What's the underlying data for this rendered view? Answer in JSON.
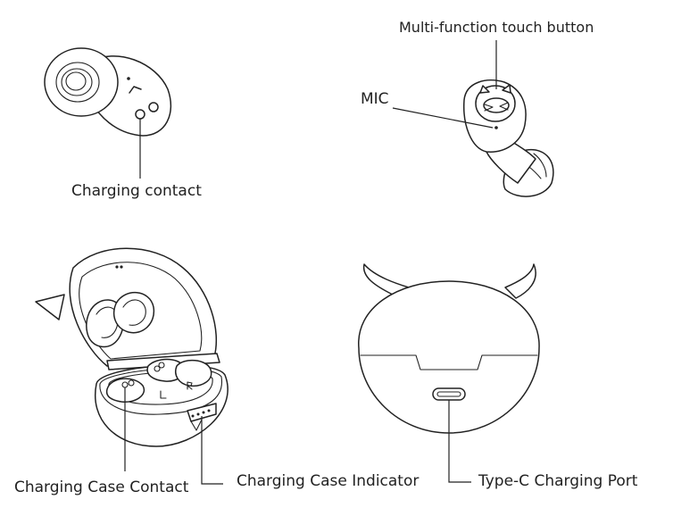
{
  "labels": {
    "charging_contact": "Charging contact",
    "touch_button": "Multi-function touch button",
    "mic": "MIC",
    "case_contact": "Charging Case Contact",
    "case_indicator": "Charging Case Indicator",
    "type_c_port": "Type-C Charging Port",
    "earbud_left_mark": "L",
    "earbud_right_mark": "R"
  },
  "colors": {
    "line": "#222222",
    "background": "#ffffff"
  }
}
